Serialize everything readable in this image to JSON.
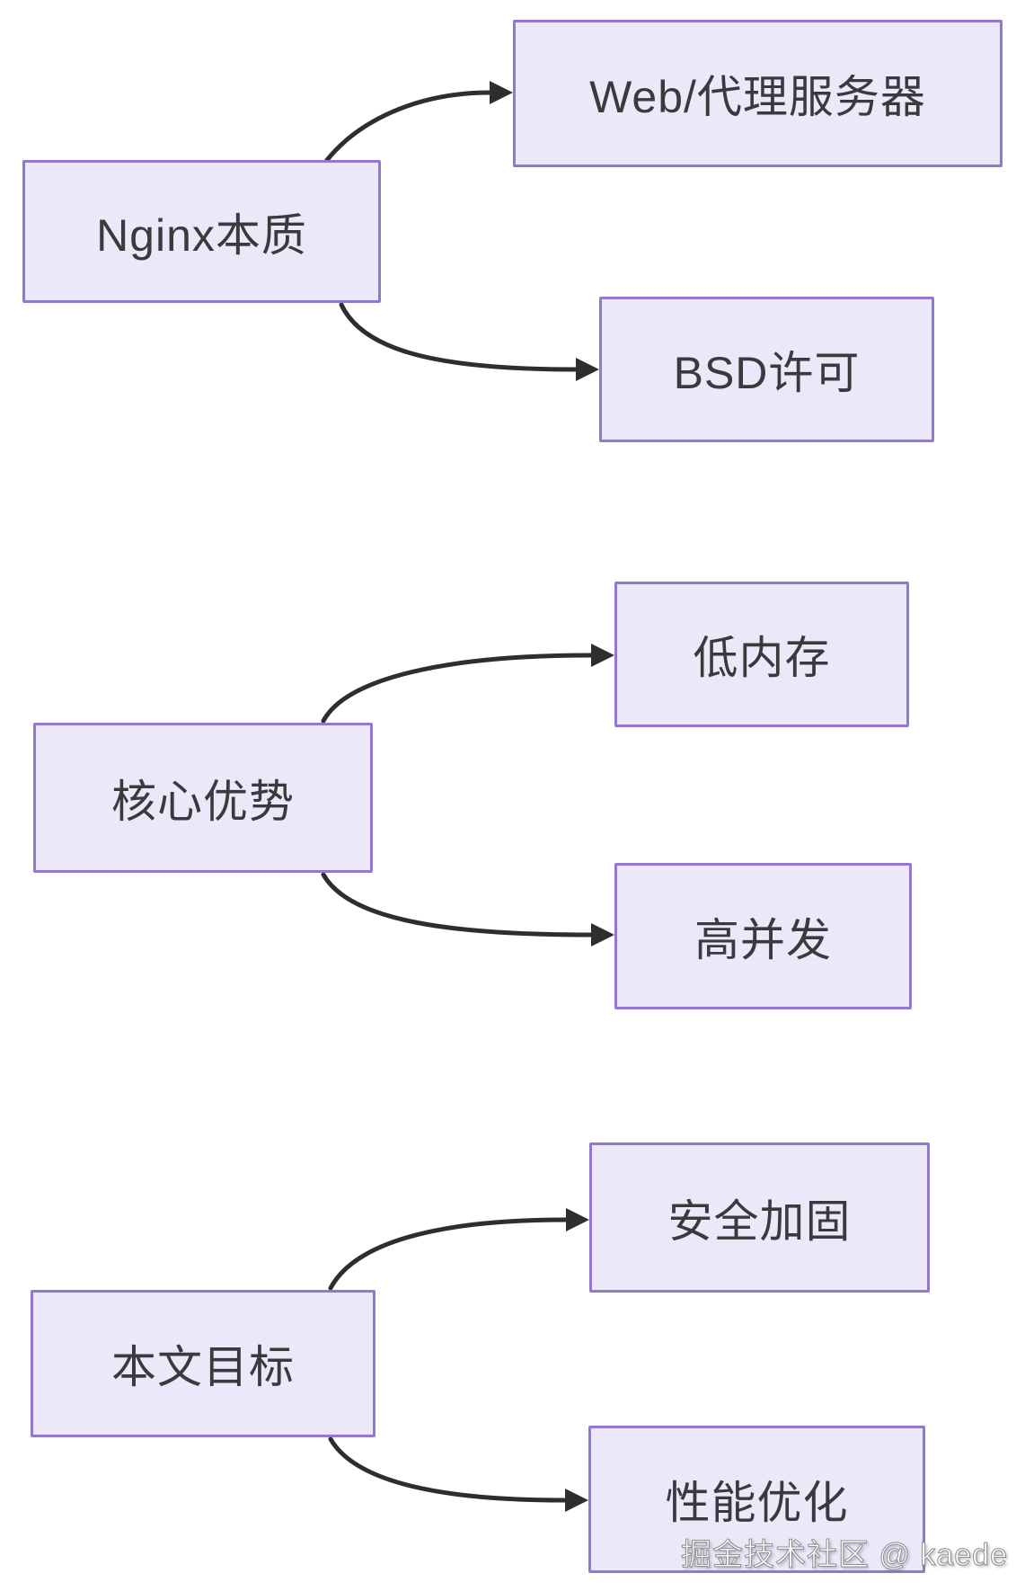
{
  "diagram": {
    "groups": [
      {
        "parent": {
          "id": "nginx",
          "label": "Nginx本质"
        },
        "children": [
          {
            "id": "web",
            "label": "Web/代理服务器"
          },
          {
            "id": "bsd",
            "label": "BSD许可"
          }
        ]
      },
      {
        "parent": {
          "id": "core",
          "label": "核心优势"
        },
        "children": [
          {
            "id": "mem",
            "label": "低内存"
          },
          {
            "id": "conc",
            "label": "高并发"
          }
        ]
      },
      {
        "parent": {
          "id": "goal",
          "label": "本文目标"
        },
        "children": [
          {
            "id": "sec",
            "label": "安全加固"
          },
          {
            "id": "perf",
            "label": "性能优化"
          }
        ]
      }
    ],
    "edges": [
      {
        "from": "Nginx本质",
        "to": "Web/代理服务器"
      },
      {
        "from": "Nginx本质",
        "to": "BSD许可"
      },
      {
        "from": "核心优势",
        "to": "低内存"
      },
      {
        "from": "核心优势",
        "to": "高并发"
      },
      {
        "from": "本文目标",
        "to": "安全加固"
      },
      {
        "from": "本文目标",
        "to": "性能优化"
      }
    ],
    "colors": {
      "node_fill": "#ebe9f9",
      "node_border": "#9478d0",
      "node_text": "#3a3a3e",
      "arrow": "#2e2e2e",
      "background": "#ffffff"
    }
  },
  "watermark": {
    "text": "掘金技术社区 @ kaede"
  }
}
